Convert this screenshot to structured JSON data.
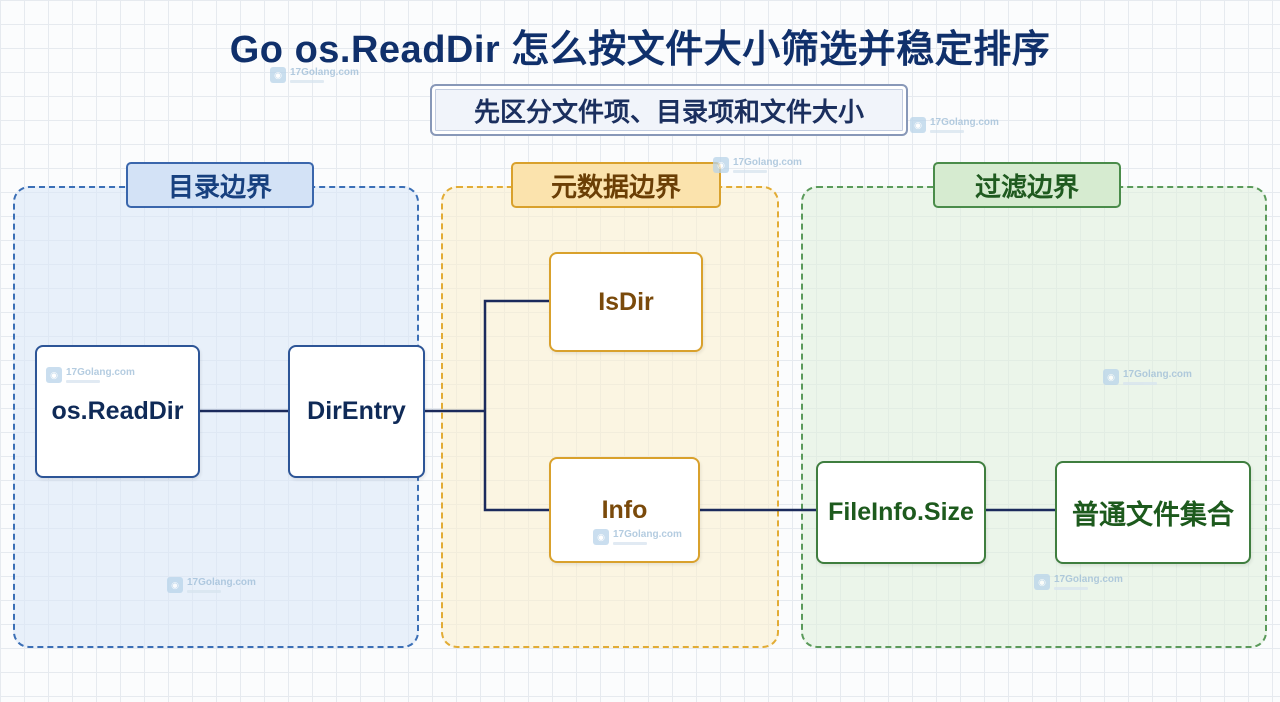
{
  "title": "Go os.ReadDir 怎么按文件大小筛选并稳定排序",
  "subtitle": "先区分文件项、目录项和文件大小",
  "regions": {
    "directory": {
      "label": "目录边界",
      "color": "#3b6fb6"
    },
    "metadata": {
      "label": "元数据边界",
      "color": "#e2ac35"
    },
    "filter": {
      "label": "过滤边界",
      "color": "#5a9a5a"
    }
  },
  "nodes": {
    "readdir": "os.ReadDir",
    "direntry": "DirEntry",
    "isdir": "IsDir",
    "info": "Info",
    "size": "FileInfo.Size",
    "set": "普通文件集合"
  },
  "edges": [
    [
      "readdir",
      "direntry"
    ],
    [
      "direntry",
      "isdir"
    ],
    [
      "direntry",
      "info"
    ],
    [
      "info",
      "size"
    ],
    [
      "size",
      "set"
    ]
  ],
  "watermark": {
    "text": "17Golang.com"
  },
  "colors": {
    "title": "#10306b",
    "connector": "#1b2a5c"
  }
}
